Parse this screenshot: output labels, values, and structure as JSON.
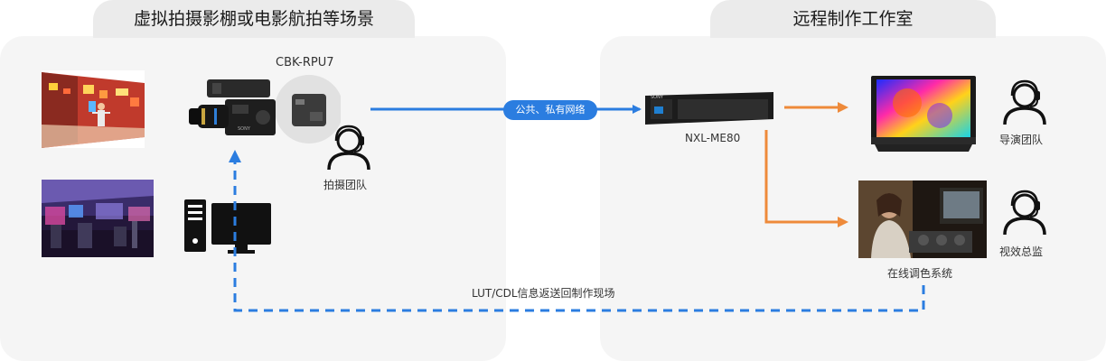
{
  "left_panel": {
    "title": "虚拟拍摄影棚或电影航拍等场景"
  },
  "right_panel": {
    "title": "远程制作工作室"
  },
  "camera": {
    "label": "CBK-RPU7",
    "brand": "SONY"
  },
  "shooting_team": {
    "label": "拍摄团队"
  },
  "network": {
    "label": "公共、私有网络"
  },
  "encoder": {
    "label": "NXL-ME80",
    "brand": "SONY"
  },
  "director_team": {
    "label": "导演团队"
  },
  "grading_system": {
    "label": "在线调色系统"
  },
  "vfx_supervisor": {
    "label": "视效总监"
  },
  "lut_return": {
    "label": "LUT/CDL信息返送回制作现场"
  },
  "colors": {
    "blue": "#2b7de0",
    "orange": "#ee8a3a",
    "panel": "#f5f5f5",
    "tab": "#ebebeb"
  }
}
